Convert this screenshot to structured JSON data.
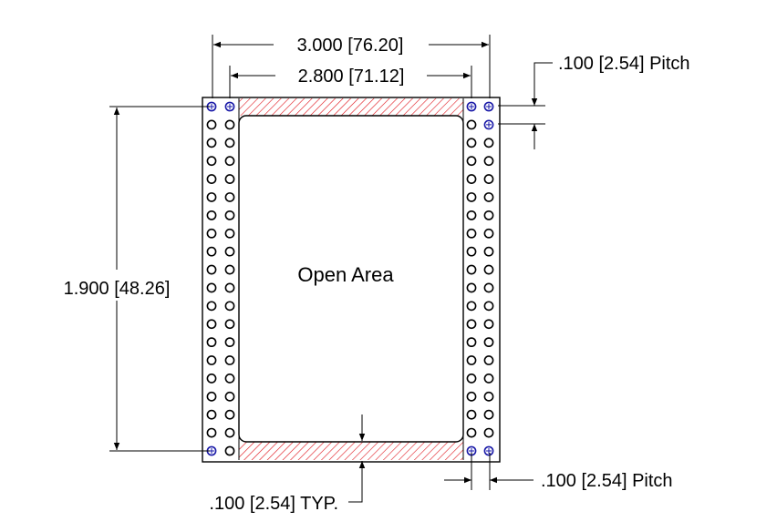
{
  "labels": {
    "overall_width": "3.000 [76.20]",
    "inner_width": "2.800 [71.12]",
    "height": "1.900 [48.26]",
    "pitch_top": ".100 [2.54] Pitch",
    "pitch_bottom": ".100 [2.54] Pitch",
    "typ": ".100 [2.54] TYP.",
    "open_area": "Open Area"
  },
  "pins": {
    "rows": 20,
    "cols_per_side": 2
  },
  "colors": {
    "outline": "#000000",
    "hatch": "#e0141b",
    "highlight_pin": "#1a1aa8",
    "background": "#ffffff"
  }
}
